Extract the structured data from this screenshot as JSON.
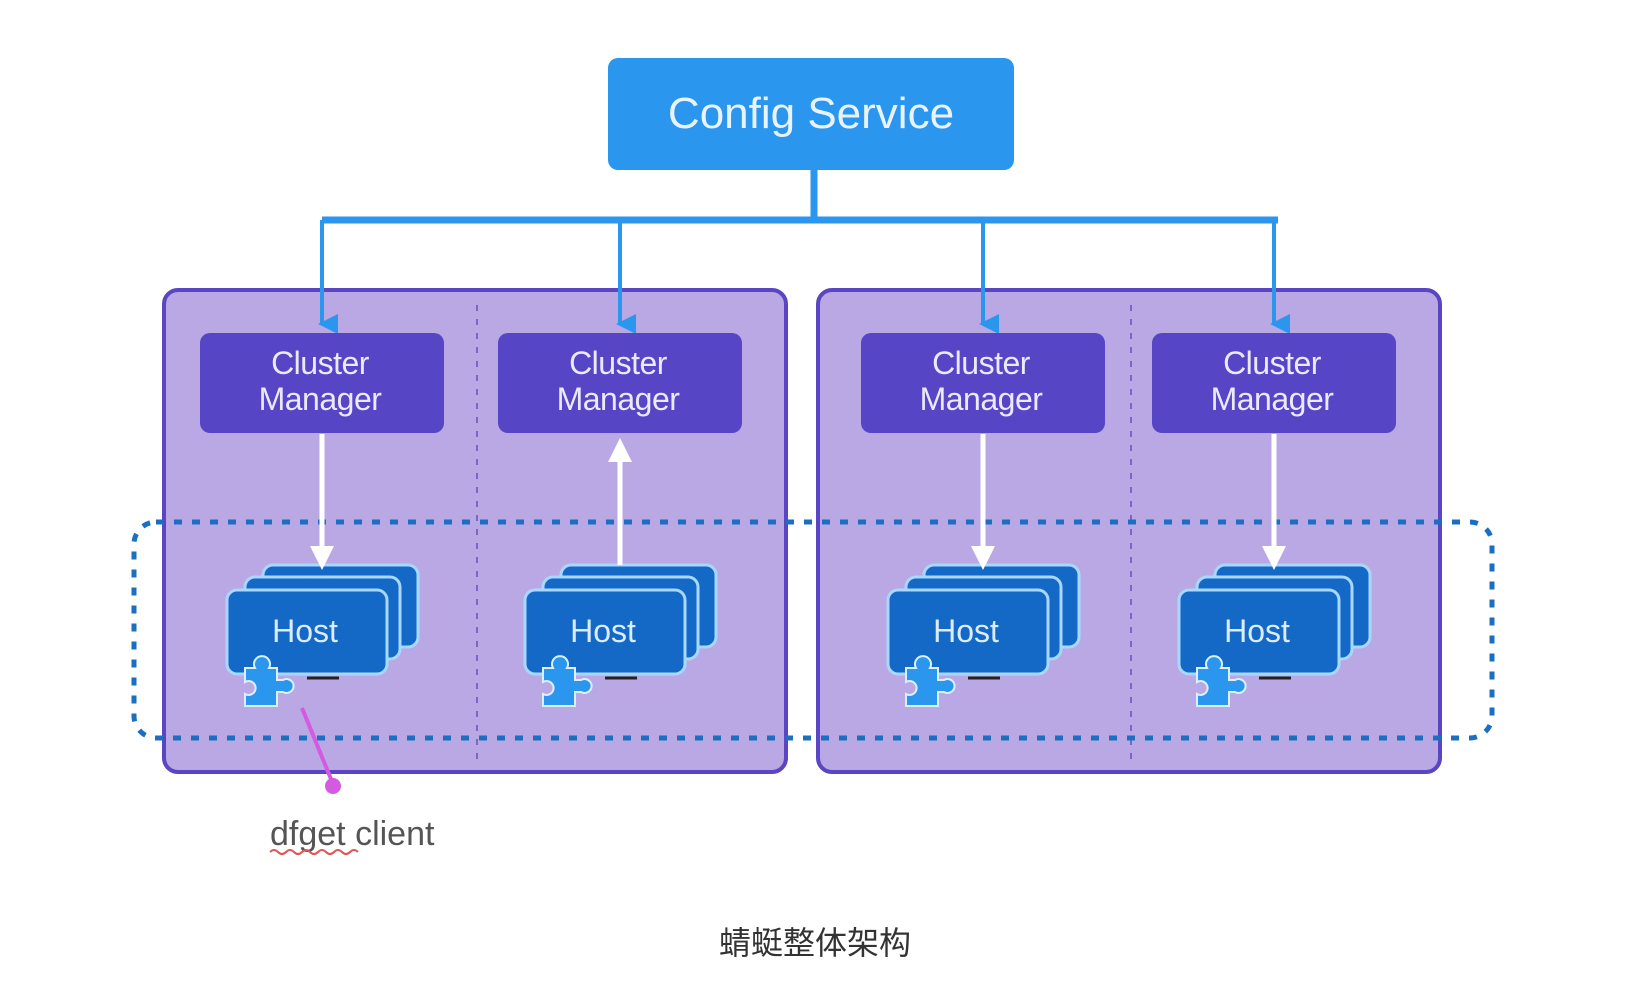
{
  "diagram": {
    "title_box": {
      "label": "Config Service",
      "color": "#2a96ee"
    },
    "cluster_manager_label_line1": "Cluster",
    "cluster_manager_label_line2": "Manager",
    "host_label": "Host",
    "client_label": "dfget client",
    "caption": "蜻蜓整体架构",
    "groups": [
      {
        "name": "cluster-group-1",
        "nodes": [
          {
            "manager": "Cluster Manager",
            "host": "Host",
            "arrow": "manager-to-host",
            "client_annotated": true
          },
          {
            "manager": "Cluster Manager",
            "host": "Host",
            "arrow": "host-to-manager",
            "client_annotated": false
          }
        ]
      },
      {
        "name": "cluster-group-2",
        "nodes": [
          {
            "manager": "Cluster Manager",
            "host": "Host",
            "arrow": "manager-to-host",
            "client_annotated": false
          },
          {
            "manager": "Cluster Manager",
            "host": "Host",
            "arrow": "manager-to-host",
            "client_annotated": false
          }
        ]
      }
    ],
    "colors": {
      "config_blue": "#2a96ee",
      "connector_blue": "#2a96ee",
      "group_fill": "#b9a8e4",
      "group_border": "#5a45c2",
      "manager_fill": "#5645c5",
      "host_fill": "#1469c7",
      "host_outline": "#a8d8ff",
      "plugin_blue": "#2a96ee",
      "dotted_region": "#1a6fc0",
      "client_pointer": "#d45ae0"
    }
  }
}
